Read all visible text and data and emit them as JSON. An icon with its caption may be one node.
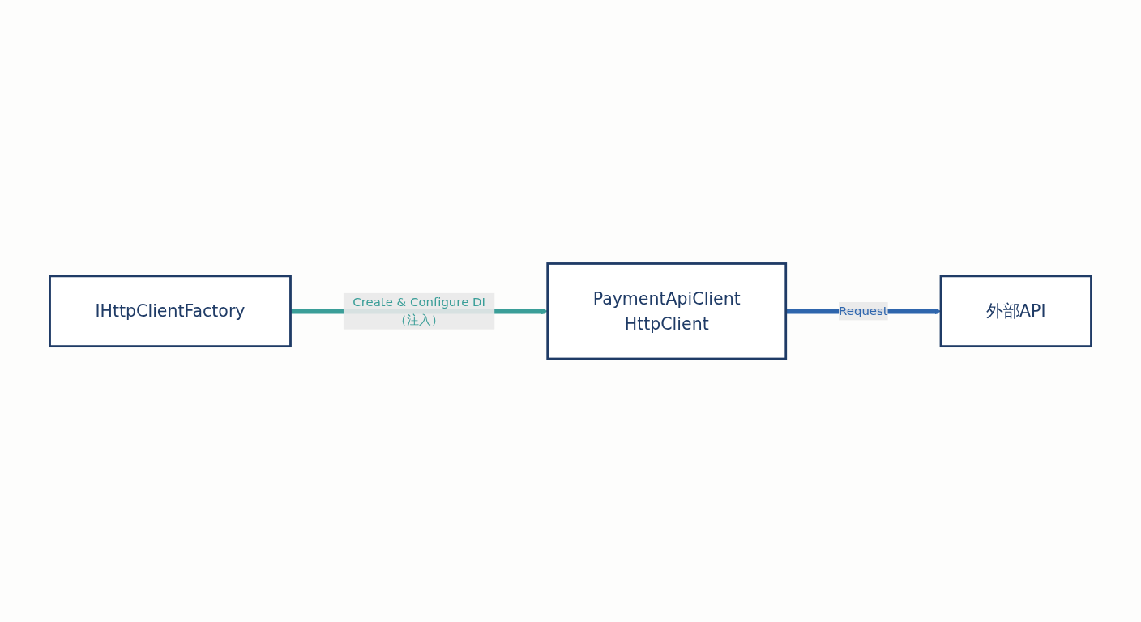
{
  "diagram": {
    "nodes": [
      {
        "text": [
          "IHttpClientFactory"
        ]
      },
      {
        "text": [
          "PaymentApiClient",
          "HttpClient"
        ]
      },
      {
        "text": [
          "外部API"
        ]
      }
    ],
    "edges": [
      {
        "from": 0,
        "to": 1,
        "arrow": "to",
        "label": "Create & Configure DI（注入）",
        "color": "#3a9e98"
      },
      {
        "from": 1,
        "to": 2,
        "arrow": "to",
        "label": "Request",
        "color": "#2f66ad"
      }
    ]
  }
}
